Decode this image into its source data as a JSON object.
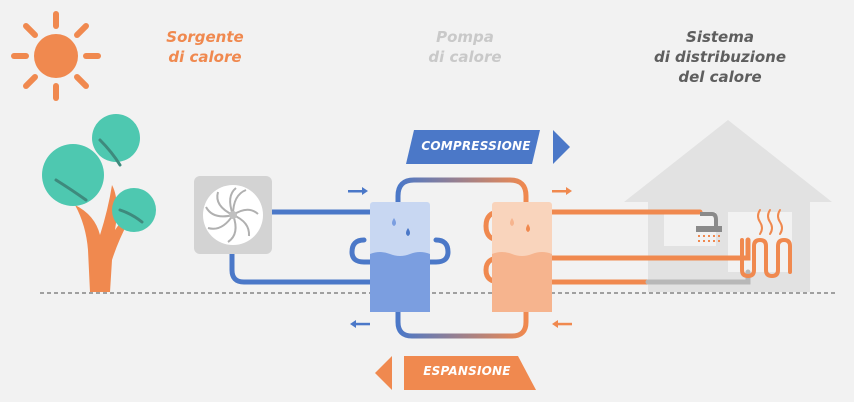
{
  "labels": {
    "source": [
      "Sorgente",
      "di calore"
    ],
    "pump": [
      "Pompa",
      "di calore"
    ],
    "distribution": [
      "Sistema",
      "di distribuzione",
      "del calore"
    ]
  },
  "banners": {
    "compression": "COMPRESSIONE",
    "expansion": "ESPANSIONE"
  },
  "icons": [
    "sun-icon",
    "tree-icon",
    "fan-unit-icon",
    "evaporator-icon",
    "condenser-icon",
    "house-icon",
    "shower-icon",
    "radiator-icon"
  ],
  "colors": {
    "blue": "#4b78c8",
    "orange": "#f0894f",
    "background": "#f2f2f2",
    "house": "#e2e2e2",
    "tree_green": "#4ec8b0",
    "text_grey": "#5e5e5e",
    "label_light": "#c9c9c9"
  }
}
